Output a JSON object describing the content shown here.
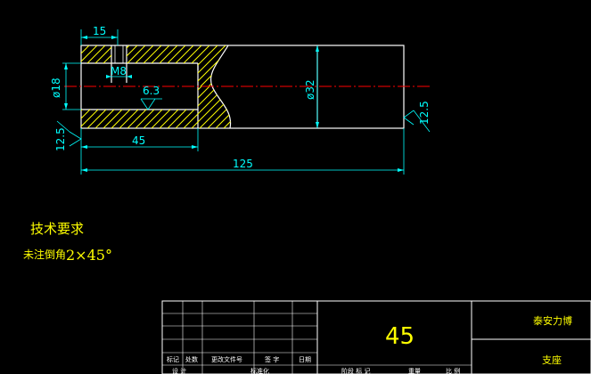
{
  "drawing": {
    "dimensions": {
      "d15": "15",
      "m8": "M8",
      "dia18": "ø18",
      "rough63": "6.3",
      "dia32": "ø32",
      "rough_right": "12.5",
      "rough_left": "12.5",
      "d45": "45",
      "d125": "125"
    }
  },
  "notes": {
    "title": "技术要求",
    "chamfer_text": "未注倒角",
    "chamfer_value": "2×45°"
  },
  "title_block": {
    "material": "45",
    "part_name": "支座",
    "company": "泰安力博",
    "headers": [
      "标记",
      "处数",
      "更改文件号",
      "签 字",
      "日期"
    ],
    "bottom_labels": [
      "设 计",
      "标准化",
      "阶段 标 记",
      "重量",
      "比 例"
    ]
  },
  "colors": {
    "outline": "#ffffff",
    "dimension": "#00ffff",
    "hatch": "#ffff00",
    "centerline": "#ff0000",
    "background": "#000000"
  }
}
